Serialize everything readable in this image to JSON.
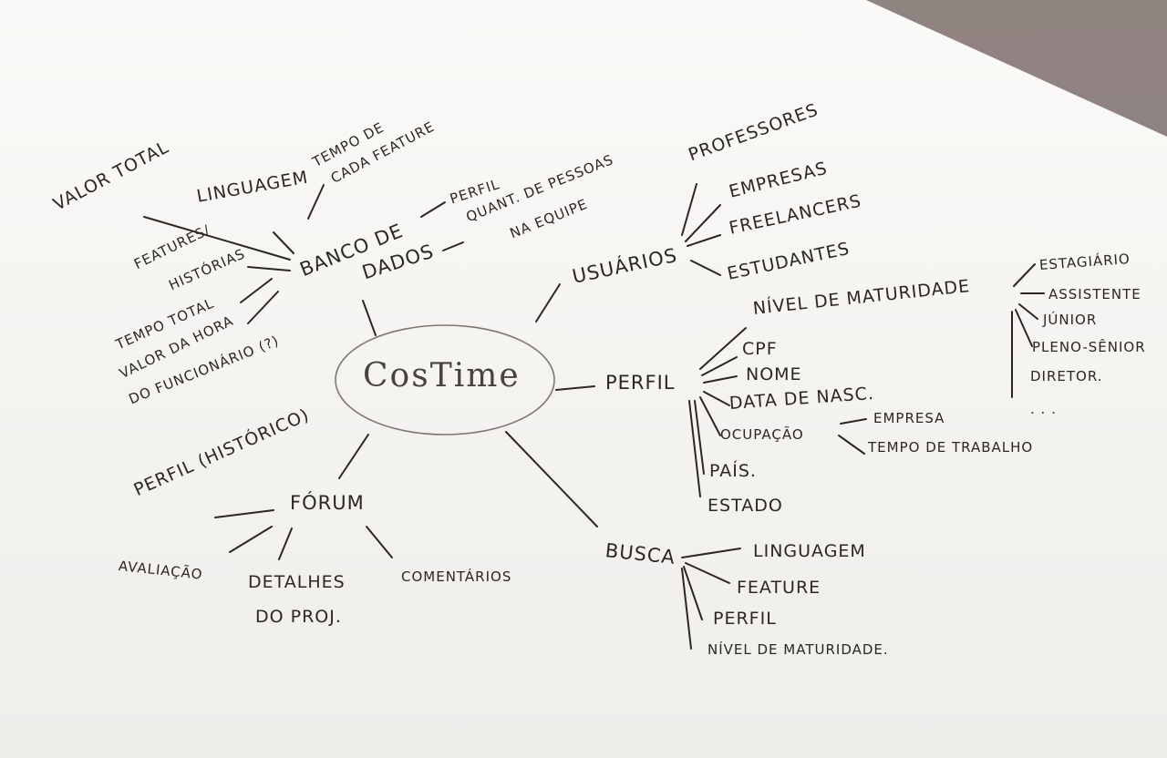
{
  "center": "CosTime",
  "branches": {
    "usuarios": {
      "label": "USUÁRIOS",
      "children": [
        "PROFESSORES",
        "EMPRESAS",
        "FREELANCERS",
        "ESTUDANTES"
      ]
    },
    "banco": {
      "label_1": "BANCO DE",
      "label_2": "DADOS",
      "children": {
        "valor_total": "VALOR TOTAL",
        "linguagem": "LINGUAGEM",
        "tempo_de": "TEMPO DE",
        "cada_feature": "CADA FEATURE",
        "features": "FEATURES/",
        "historias": "HISTÓRIAS",
        "tempo_total": "TEMPO TOTAL",
        "valor_hora": "VALOR DA HORA",
        "do_funcionario": "DO FUNCIONÁRIO (?)",
        "perfil": "PERFIL",
        "quant_pessoas": "QUANT. DE PESSOAS",
        "na_equipe": "NA EQUIPE"
      }
    },
    "perfil": {
      "label": "PERFIL",
      "nivel": "NÍVEL DE MATURIDADE",
      "niveis": [
        "ESTAGIÁRIO",
        "ASSISTENTE",
        "JÚNIOR",
        "PLENO-SÊNIOR",
        "DIRETOR.",
        ". . ."
      ],
      "cpf": "CPF",
      "nome": "NOME",
      "data_nasc": "DATA DE NASC.",
      "ocupacao": "OCUPAÇÃO",
      "empresa": "EMPRESA",
      "tempo_trabalho": "TEMPO DE TRABALHO",
      "pais": "PAÍS.",
      "estado": "ESTADO"
    },
    "forum": {
      "label": "FÓRUM",
      "perfil_hist": "PERFIL (HISTÓRICO)",
      "avaliacao": "AVALIAÇÃO",
      "detalhes_1": "DETALHES",
      "detalhes_2": "DO PROJ.",
      "comentarios": "COMENTÁRIOS"
    },
    "busca": {
      "label": "BUSCA",
      "children": [
        "LINGUAGEM",
        "FEATURE",
        "PERFIL",
        "NÍVEL DE MATURIDADE."
      ]
    }
  }
}
